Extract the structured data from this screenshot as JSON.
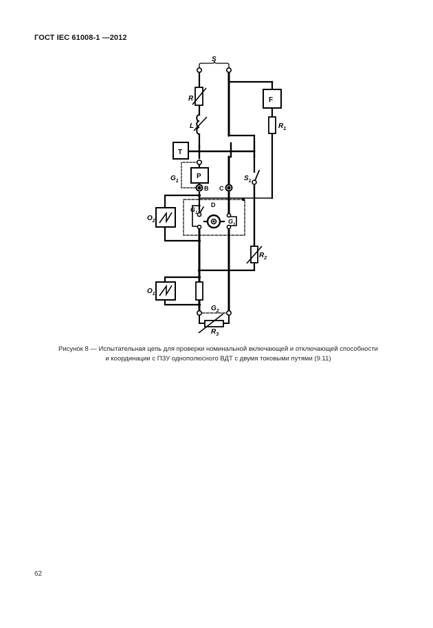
{
  "header": {
    "standard_id": "ГОСТ IEC 61008-1 —2012"
  },
  "figure": {
    "labels": {
      "S": "S",
      "R": "R",
      "L": "L",
      "F": "F",
      "R1": "R",
      "R1_sub": "1",
      "T": "T",
      "P": "P",
      "G1": "G",
      "G1_sub": "1",
      "B": "B",
      "C": "C",
      "S1": "S",
      "S1_sub": "1",
      "D": "D",
      "O2": "O",
      "O2_sub": "2",
      "G1_inner": "G",
      "G1_inner_sub": "1",
      "G1_right": "G",
      "G1_right_sub": "1",
      "R2": "R",
      "R2_sub": "2",
      "O1": "O",
      "O1_sub": "1",
      "G2": "G",
      "G2_sub": "2",
      "R3": "R",
      "R3_sub": "3"
    }
  },
  "caption": {
    "line1": "Рисунок 8 — Испытательная цепь для проверки номинальной включающей и отключающей способности",
    "line2": "и координации с ПЗУ однополюсного ВДТ с двумя токовыми путями (9.11)"
  },
  "footer": {
    "page_number": "62"
  }
}
